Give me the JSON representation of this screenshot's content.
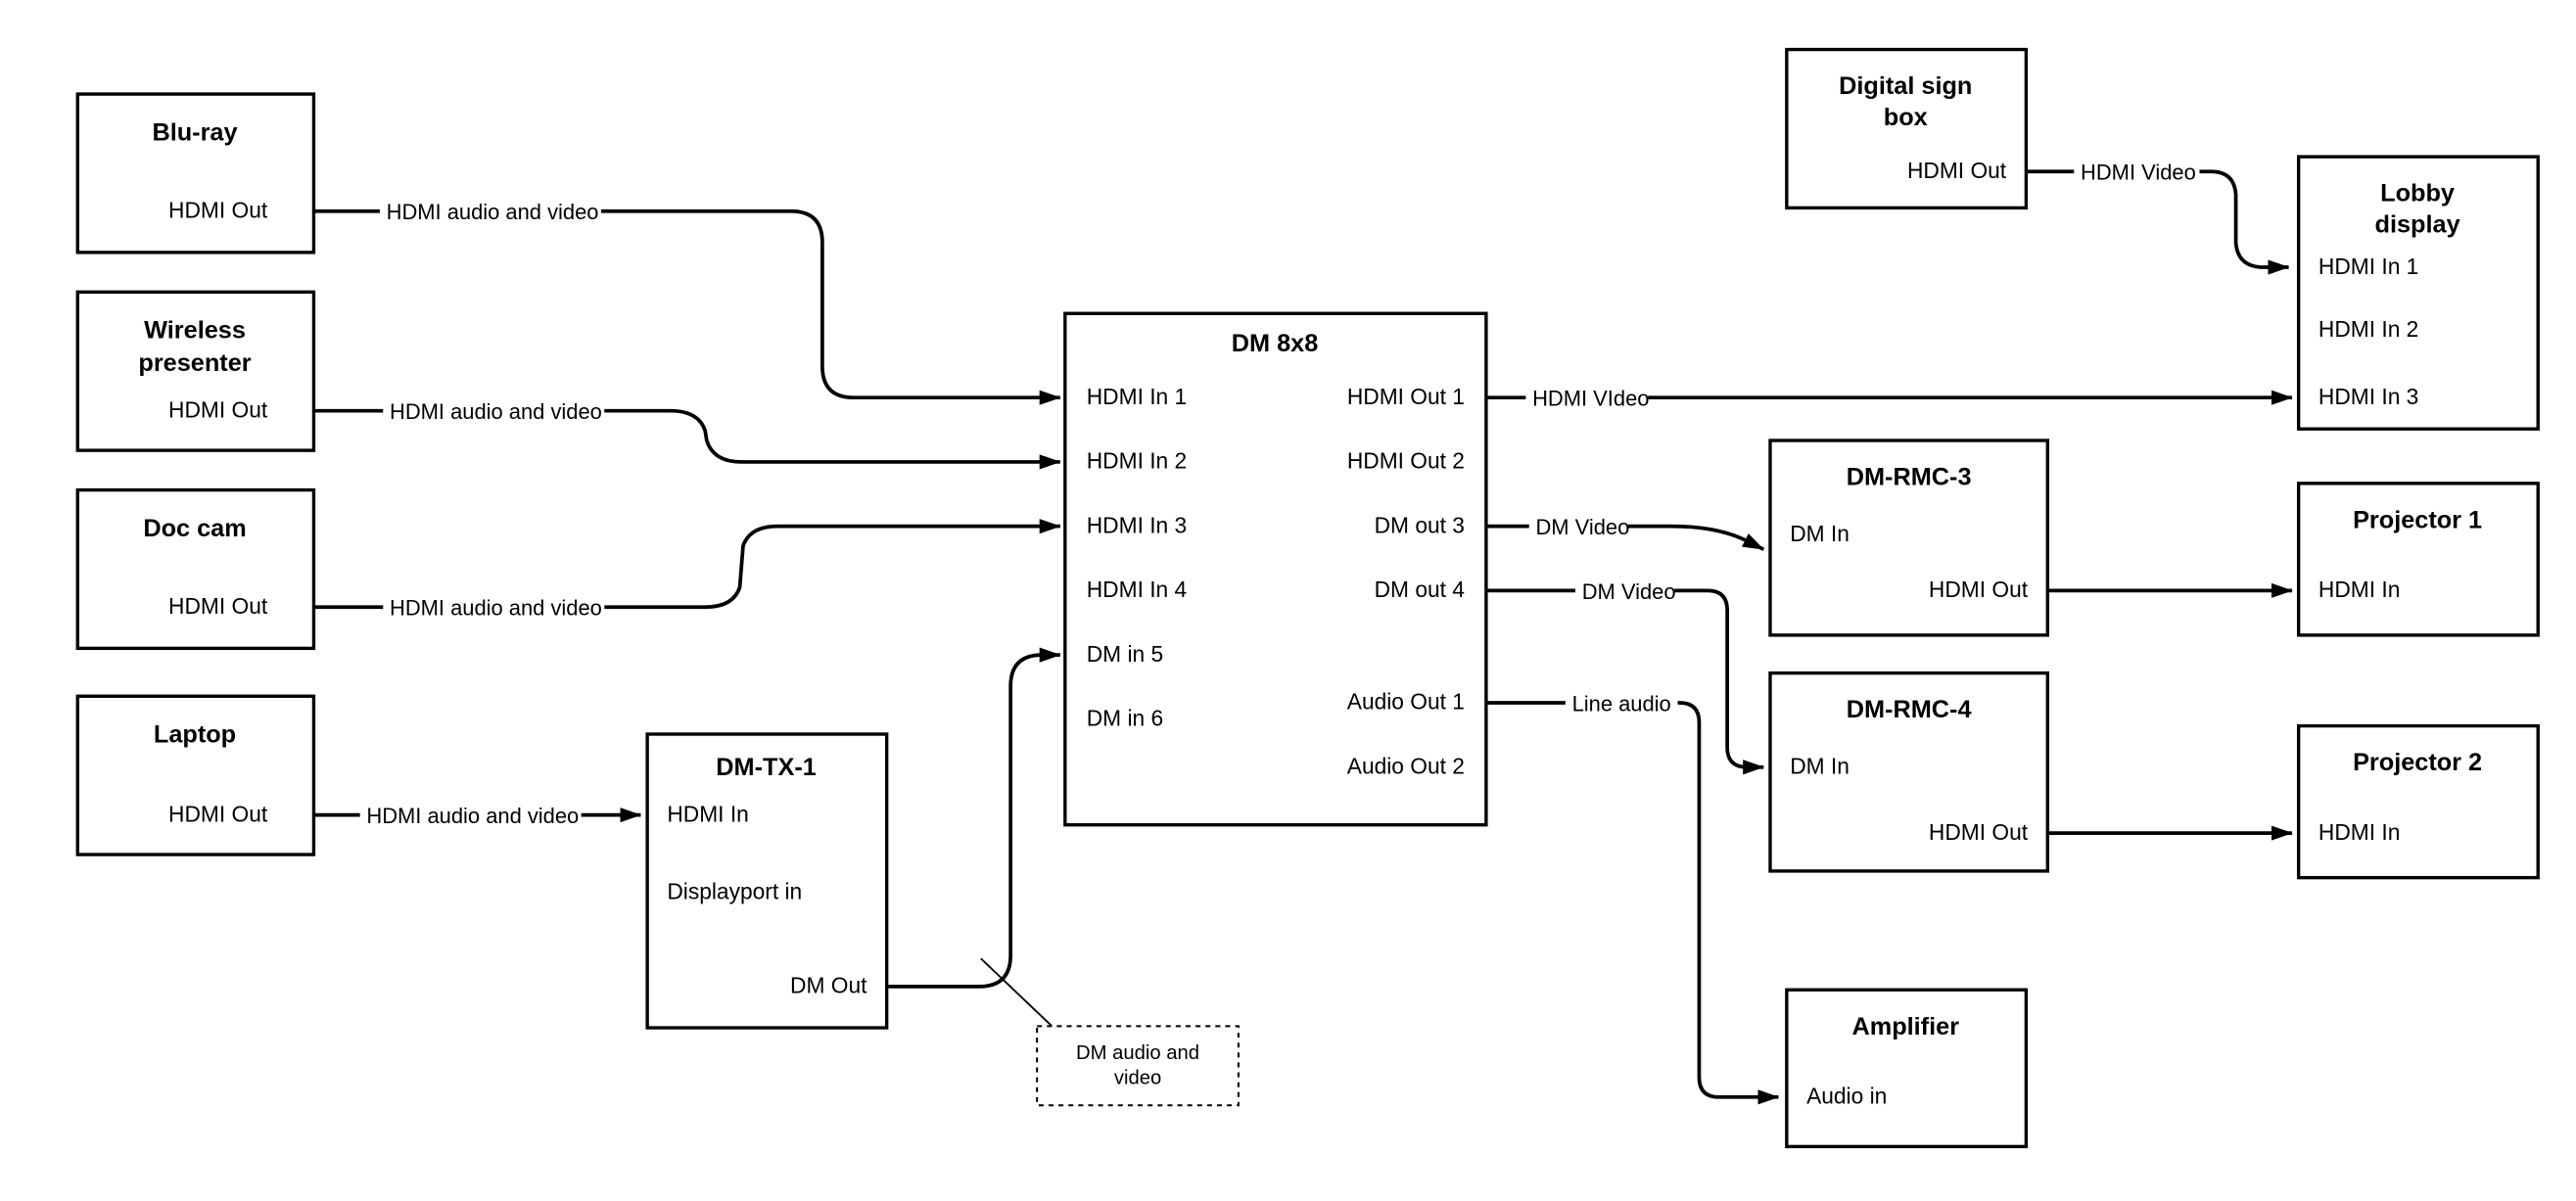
{
  "diagram": {
    "nodes": {
      "bluray": {
        "title": "Blu-ray",
        "port": "HDMI Out"
      },
      "wireless": {
        "title1": "Wireless",
        "title2": "presenter",
        "port": "HDMI Out"
      },
      "doccam": {
        "title": "Doc cam",
        "port": "HDMI Out"
      },
      "laptop": {
        "title": "Laptop",
        "port": "HDMI Out"
      },
      "dmtx1": {
        "title": "DM-TX-1",
        "hdmi_in": "HDMI In",
        "dp_in": "Displayport in",
        "dm_out": "DM Out"
      },
      "dm8x8": {
        "title": "DM 8x8",
        "in1": "HDMI In 1",
        "in2": "HDMI In 2",
        "in3": "HDMI In 3",
        "in4": "HDMI In 4",
        "in5": "DM in 5",
        "in6": "DM in 6",
        "out1": "HDMI Out 1",
        "out2": "HDMI Out 2",
        "out3": "DM out 3",
        "out4": "DM out 4",
        "aout1": "Audio Out 1",
        "aout2": "Audio Out 2"
      },
      "sign": {
        "title1": "Digital sign",
        "title2": "box",
        "port": "HDMI Out"
      },
      "lobby": {
        "title1": "Lobby",
        "title2": "display",
        "in1": "HDMI In 1",
        "in2": "HDMI In 2",
        "in3": "HDMI In 3"
      },
      "rmc3": {
        "title": "DM-RMC-3",
        "in": "DM In",
        "out": "HDMI Out"
      },
      "proj1": {
        "title": "Projector 1",
        "in": "HDMI In"
      },
      "rmc4": {
        "title": "DM-RMC-4",
        "in": "DM In",
        "out": "HDMI Out"
      },
      "proj2": {
        "title": "Projector 2",
        "in": "HDMI In"
      },
      "amp": {
        "title": "Amplifier",
        "in": "Audio in"
      }
    },
    "labels": {
      "bluray_edge": "HDMI audio and video",
      "wireless_edge": "HDMI audio and video",
      "doccam_edge": "HDMI audio and video",
      "laptop_edge": "HDMI audio and video",
      "out1_edge": "HDMI VIdeo",
      "sign_edge": "HDMI Video",
      "out3_edge": "DM Video",
      "out4_edge": "DM Video",
      "audio_edge": "Line audio",
      "note1": "DM audio and",
      "note2": "video"
    },
    "colors": {
      "stroke": "#000000",
      "background": "#ffffff",
      "text": "#000000"
    }
  }
}
